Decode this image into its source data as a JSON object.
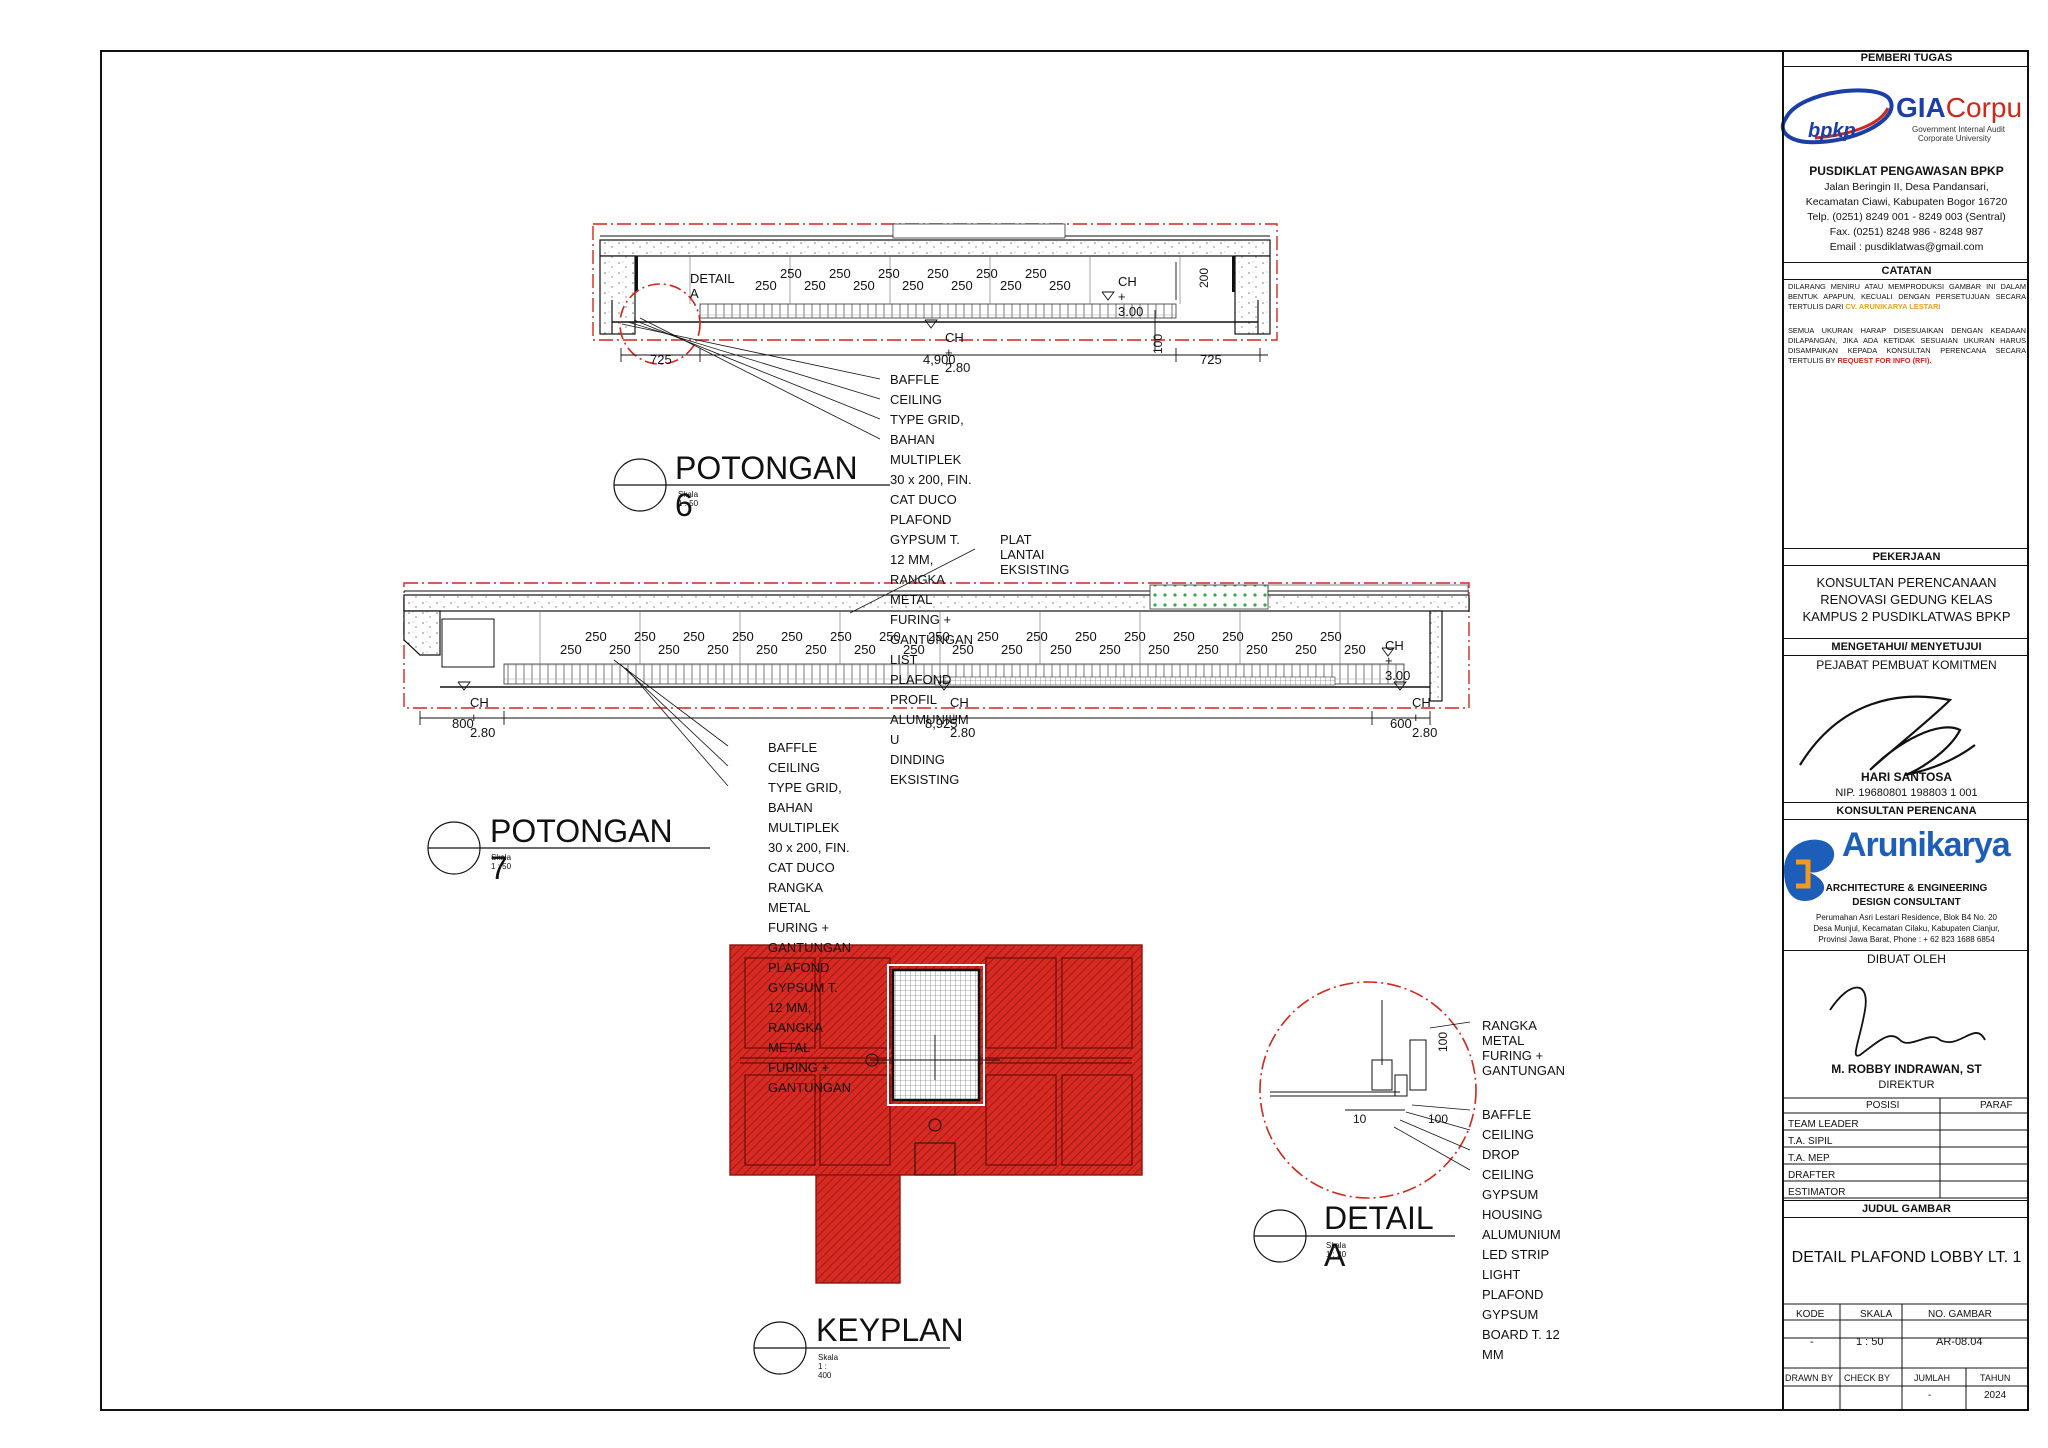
{
  "sections": {
    "potongan6": {
      "title": "POTONGAN 6",
      "scale": "Skala 1 : 50",
      "detail_ref": "DETAIL A",
      "spacing_labels_top": [
        "250",
        "250",
        "250",
        "250",
        "250",
        "250"
      ],
      "spacing_labels_bottom": [
        "250",
        "250",
        "250",
        "250",
        "250",
        "250",
        "250"
      ],
      "ch_top": "CH + 3.00",
      "ch_bottom": "CH + 2.80",
      "dim_200": "200",
      "dim_100": "100",
      "dims": [
        "725",
        "4,900",
        "725"
      ],
      "notes": [
        "BAFFLE CEILING TYPE GRID, BAHAN MULTIPLEK 30 x 200, FIN. CAT DUCO",
        "PLAFOND GYPSUM T. 12 MM, RANGKA METAL FURING + GANTUNGAN",
        "LIST PLAFOND PROFIL ALUMUNIUM U",
        "DINDING EKSISTING"
      ]
    },
    "potongan7": {
      "title": "POTONGAN 7",
      "scale": "Skala 1 : 50",
      "top_note": "PLAT LANTAI EKSISTING",
      "spacing_labels_top": [
        "250",
        "250",
        "250",
        "250",
        "250",
        "250",
        "250",
        "250",
        "250",
        "250",
        "250",
        "250",
        "250",
        "250",
        "250",
        "250"
      ],
      "spacing_labels_bottom": [
        "250",
        "250",
        "250",
        "250",
        "250",
        "250",
        "250",
        "250",
        "250",
        "250",
        "250",
        "250",
        "250",
        "250",
        "250",
        "250",
        "250"
      ],
      "ch_top": "CH + 3.00",
      "ch_left": "CH + 2.80",
      "ch_mid": "CH + 2.80",
      "ch_right": "CH + 2.80",
      "dims": [
        "800",
        "8,925",
        "600"
      ],
      "notes": [
        "BAFFLE CEILING TYPE GRID, BAHAN MULTIPLEK 30 x 200, FIN. CAT DUCO",
        "RANGKA METAL FURING + GANTUNGAN",
        "PLAFOND GYPSUM T. 12 MM, RANGKA METAL FURING + GANTUNGAN"
      ]
    },
    "keyplan": {
      "title": "KEYPLAN",
      "scale": "Skala 1 : 400"
    },
    "detail_a": {
      "title": "DETAIL A",
      "scale": "Skala 1 : 20",
      "dim_100_top": "100",
      "dim_10": "10",
      "dim_100_bottom": "100",
      "notes_top": [
        "RANGKA METAL FURING + GANTUNGAN"
      ],
      "notes_bottom": [
        "BAFFLE CEILING",
        "DROP CEILING GYPSUM",
        "HOUSING ALUMUNIUM LED STRIP LIGHT",
        "PLAFOND GYPSUM BOARD T. 12 MM"
      ]
    }
  },
  "title_block": {
    "pemberi_tugas": "PEMBERI TUGAS",
    "logo_bpkp": "bpkp",
    "logo_gia": "GIA",
    "logo_corpu": "Corpu",
    "logo_gia_sub1": "Government Internal Audit",
    "logo_gia_sub2": "Corporate University",
    "client_name": "PUSDIKLAT PENGAWASAN BPKP",
    "client_address": [
      "Jalan Beringin II, Desa Pandansari,",
      "Kecamatan Ciawi, Kabupaten Bogor 16720",
      "Telp. (0251) 8249 001 - 8249 003 (Sentral)",
      "Fax. (0251) 8248 986 - 8248 987",
      "Email : pusdiklatwas@gmail.com"
    ],
    "catatan": "CATATAN",
    "catatan_1a": "DILARANG MENIRU ATAU MEMPRODUKSI GAMBAR INI DALAM BENTUK APAPUN, KECUALI DENGAN PERSETUJUAN SECARA TERTULIS DARI ",
    "catatan_1b": "CV. ARUNIKARYA LESTARI",
    "catatan_2a": "SEMUA UKURAN HARAP DISESUAIKAN DENGAN KEADAAN DILAPANGAN, JIKA ADA KETIDAK SESUAIAN UKURAN HARUS DISAMPAIKAN KEPADA KONSULTAN PERENCANA SECARA TERTULIS BY ",
    "catatan_2b": "REQUEST FOR INFO (RFI).",
    "pekerjaan": "PEKERJAAN",
    "project": [
      "KONSULTAN PERENCANAAN",
      "RENOVASI GEDUNG KELAS",
      "KAMPUS 2 PUSDIKLATWAS BPKP"
    ],
    "mengetahui": "MENGETAHUI/ MENYETUJUI",
    "ppk": "PEJABAT PEMBUAT KOMITMEN",
    "ppk_name": "HARI SANTOSA",
    "ppk_nip": "NIP. 19680801 198803 1 001",
    "konsultan": "KONSULTAN PERENCANA",
    "konsultan_logo": "Arunikarya",
    "konsultan_sub1": "ARCHITECTURE & ENGINEERING",
    "konsultan_sub2": "DESIGN CONSULTANT",
    "konsultan_address": [
      "Perumahan Asri Lestari Residence, Blok B4 No. 20",
      "Desa Munjul, Kecamatan Cilaku, Kabupaten Cianjur,",
      "Provinsi Jawa Barat, Phone : + 62 823 1688 6854"
    ],
    "dibuat_oleh": "DIBUAT OLEH",
    "director_name": "M. ROBBY INDRAWAN, ST",
    "director_title": "DIREKTUR",
    "col_posisi": "POSISI",
    "col_paraf": "PARAF",
    "positions": [
      "TEAM LEADER",
      "T.A. SIPIL",
      "T.A. MEP",
      "DRAFTER",
      "ESTIMATOR"
    ],
    "judul_gambar": "JUDUL GAMBAR",
    "drawing_title": "DETAIL PLAFOND LOBBY LT. 1",
    "kode_label": "KODE",
    "skala_label": "SKALA",
    "no_gambar_label": "NO. GAMBAR",
    "kode": "-",
    "skala": "1 : 50",
    "no_gambar": "AR-08.04",
    "drawn_by_label": "DRAWN BY",
    "check_by_label": "CHECK BY",
    "jumlah_label": "JUMLAH",
    "tahun_label": "TAHUN",
    "drawn_by": "",
    "check_by": "",
    "jumlah": "-",
    "tahun": "2024"
  },
  "colors": {
    "red_line": "#d0271d",
    "hatch_red": "#c8201a",
    "green_fill": "#33aa44",
    "line": "#111111"
  }
}
